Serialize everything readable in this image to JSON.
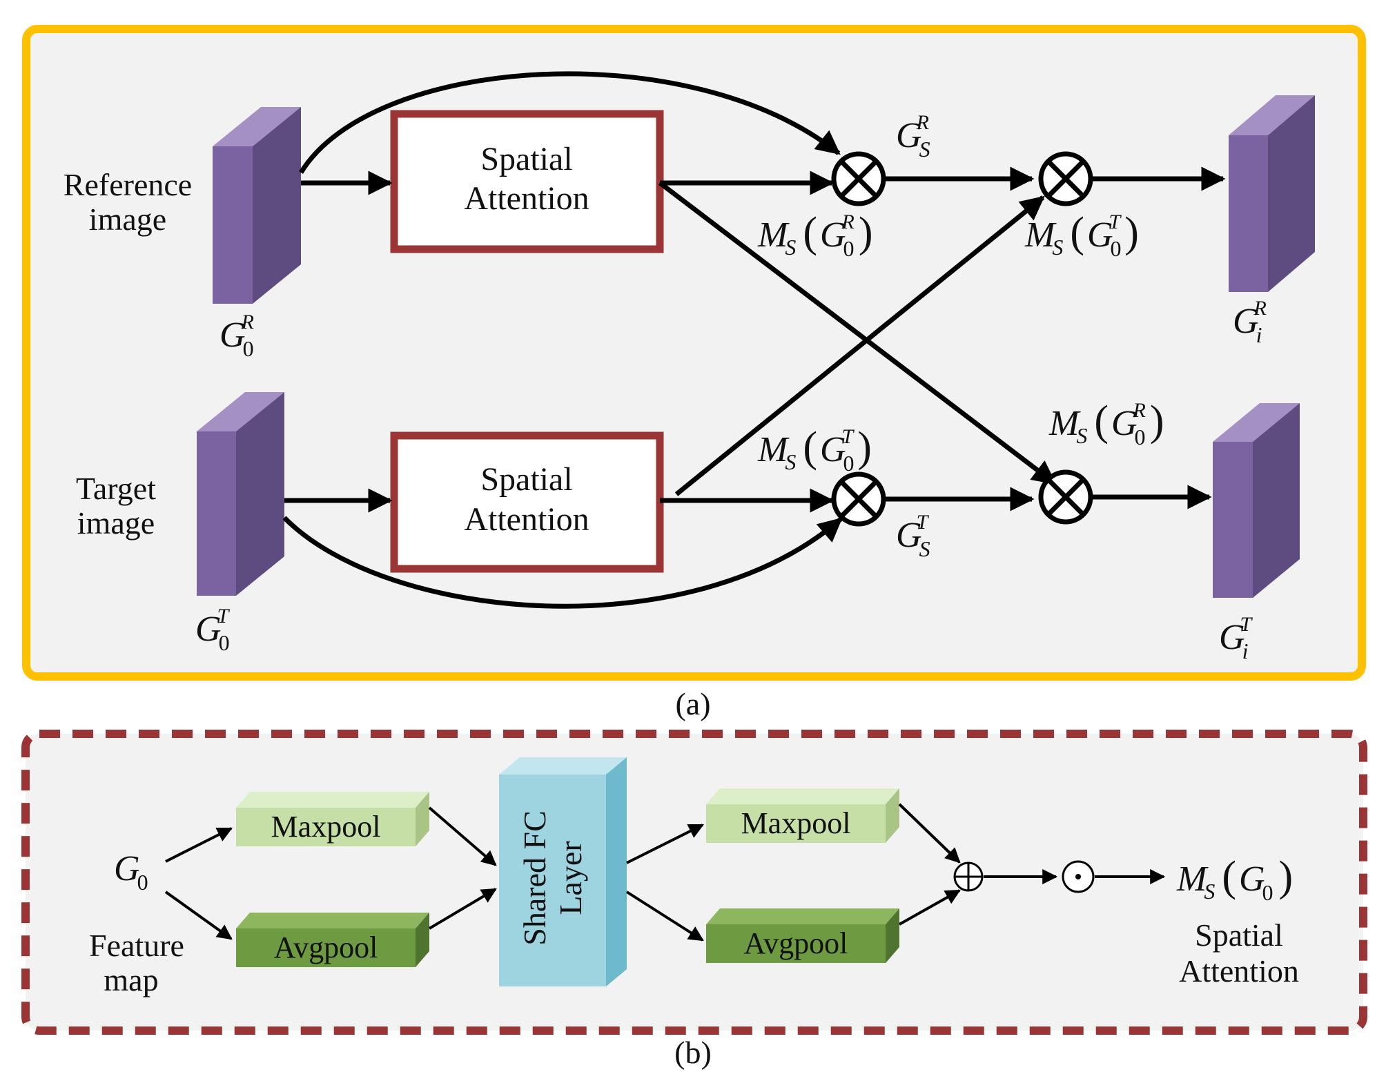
{
  "panel_a": {
    "caption": "(a)",
    "reference_label": [
      "Reference",
      "image"
    ],
    "target_label": [
      "Target",
      "image"
    ],
    "spatial_attention": [
      "Spatial",
      "Attention"
    ],
    "tensors": {
      "g0r": {
        "base": "G",
        "sub": "0",
        "sup": "R"
      },
      "g0t": {
        "base": "G",
        "sub": "0",
        "sup": "T"
      },
      "gir": {
        "base": "G",
        "sub": "i",
        "sup": "R"
      },
      "git": {
        "base": "G",
        "sub": "i",
        "sup": "T"
      },
      "gsr": {
        "base": "G",
        "sub": "S",
        "sup": "R"
      },
      "gst": {
        "base": "G",
        "sub": "S",
        "sup": "T"
      }
    },
    "mask": {
      "base": "M",
      "sub": "S",
      "inner": "G",
      "inner_sub": "0",
      "sup_r": "R",
      "sup_t": "T"
    },
    "colors": {
      "border": "#FFC000",
      "sa_border": "#9B3434",
      "feature": "#7B62A0"
    }
  },
  "panel_b": {
    "caption": "(b)",
    "input": {
      "base": "G",
      "sub": "0"
    },
    "feature_map": [
      "Feature",
      "map"
    ],
    "maxpool": "Maxpool",
    "avgpool": "Avgpool",
    "shared_fc": [
      "Shared FC",
      "Layer"
    ],
    "output": {
      "base": "M",
      "sub": "S",
      "inner": "G",
      "inner_sub": "0"
    },
    "spatial_attention": [
      "Spatial",
      "Attention"
    ],
    "colors": {
      "border": "#9B3434",
      "maxpool": "#C5DFA6",
      "avgpool": "#6E9A41",
      "fc": "#9ED3E0"
    }
  }
}
